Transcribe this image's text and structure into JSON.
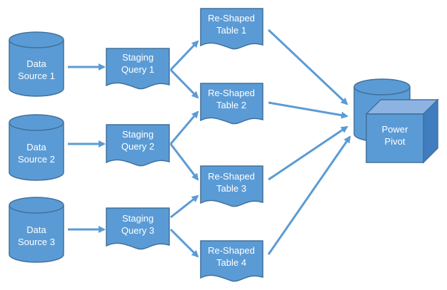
{
  "sources": [
    {
      "line1": "Data",
      "line2": "Source 1"
    },
    {
      "line1": "Data",
      "line2": "Source 2"
    },
    {
      "line1": "Data",
      "line2": "Source 3"
    }
  ],
  "staging": [
    {
      "line1": "Staging",
      "line2": "Query 1"
    },
    {
      "line1": "Staging",
      "line2": "Query 2"
    },
    {
      "line1": "Staging",
      "line2": "Query 3"
    }
  ],
  "tables": [
    {
      "line1": "Re-Shaped",
      "line2": "Table 1"
    },
    {
      "line1": "Re-Shaped",
      "line2": "Table 2"
    },
    {
      "line1": "Re-Shaped",
      "line2": "Table 3"
    },
    {
      "line1": "Re-Shaped",
      "line2": "Table 4"
    }
  ],
  "target": {
    "line1": "Power",
    "line2": "Pivot"
  },
  "colors": {
    "fill": "#5b9bd5",
    "stroke": "#41719c",
    "arrow": "#5b9bd5",
    "cube_top": "#8db3e2",
    "cube_side": "#3f7dbf"
  }
}
